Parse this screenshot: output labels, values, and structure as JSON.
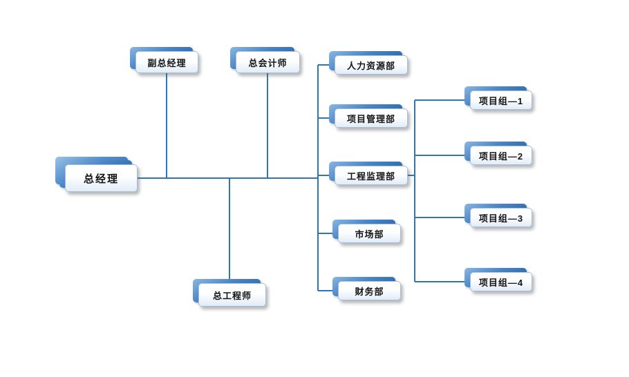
{
  "page": {
    "background": "#ffffff"
  },
  "org_chart": {
    "type": "organization-tree",
    "root": {
      "label": "总经理"
    },
    "executives": [
      {
        "label": "副总经理"
      },
      {
        "label": "总会计师"
      },
      {
        "label": "总工程师"
      }
    ],
    "departments": [
      {
        "label": "人力资源部"
      },
      {
        "label": "项目管理部"
      },
      {
        "label": "工程监理部"
      },
      {
        "label": "市场部"
      },
      {
        "label": "财务部"
      }
    ],
    "project_groups": [
      {
        "label": "项目组—1"
      },
      {
        "label": "项目组—2"
      },
      {
        "label": "项目组—3"
      },
      {
        "label": "项目组—4"
      }
    ],
    "edges": [
      {
        "from": "总经理",
        "to": "副总经理"
      },
      {
        "from": "总经理",
        "to": "总会计师"
      },
      {
        "from": "总经理",
        "to": "总工程师"
      },
      {
        "from": "总经理",
        "to": "人力资源部"
      },
      {
        "from": "总经理",
        "to": "项目管理部"
      },
      {
        "from": "总经理",
        "to": "工程监理部"
      },
      {
        "from": "总经理",
        "to": "市场部"
      },
      {
        "from": "总经理",
        "to": "财务部"
      },
      {
        "from": "工程监理部",
        "to": "项目组—1"
      },
      {
        "from": "工程监理部",
        "to": "项目组—2"
      },
      {
        "from": "工程监理部",
        "to": "项目组—3"
      },
      {
        "from": "工程监理部",
        "to": "项目组—4"
      }
    ],
    "colors": {
      "connector_line": "#2e75b6",
      "node_accent_blue": "#2f6db3",
      "node_face": "#ffffff",
      "label_text": "#141414"
    }
  }
}
